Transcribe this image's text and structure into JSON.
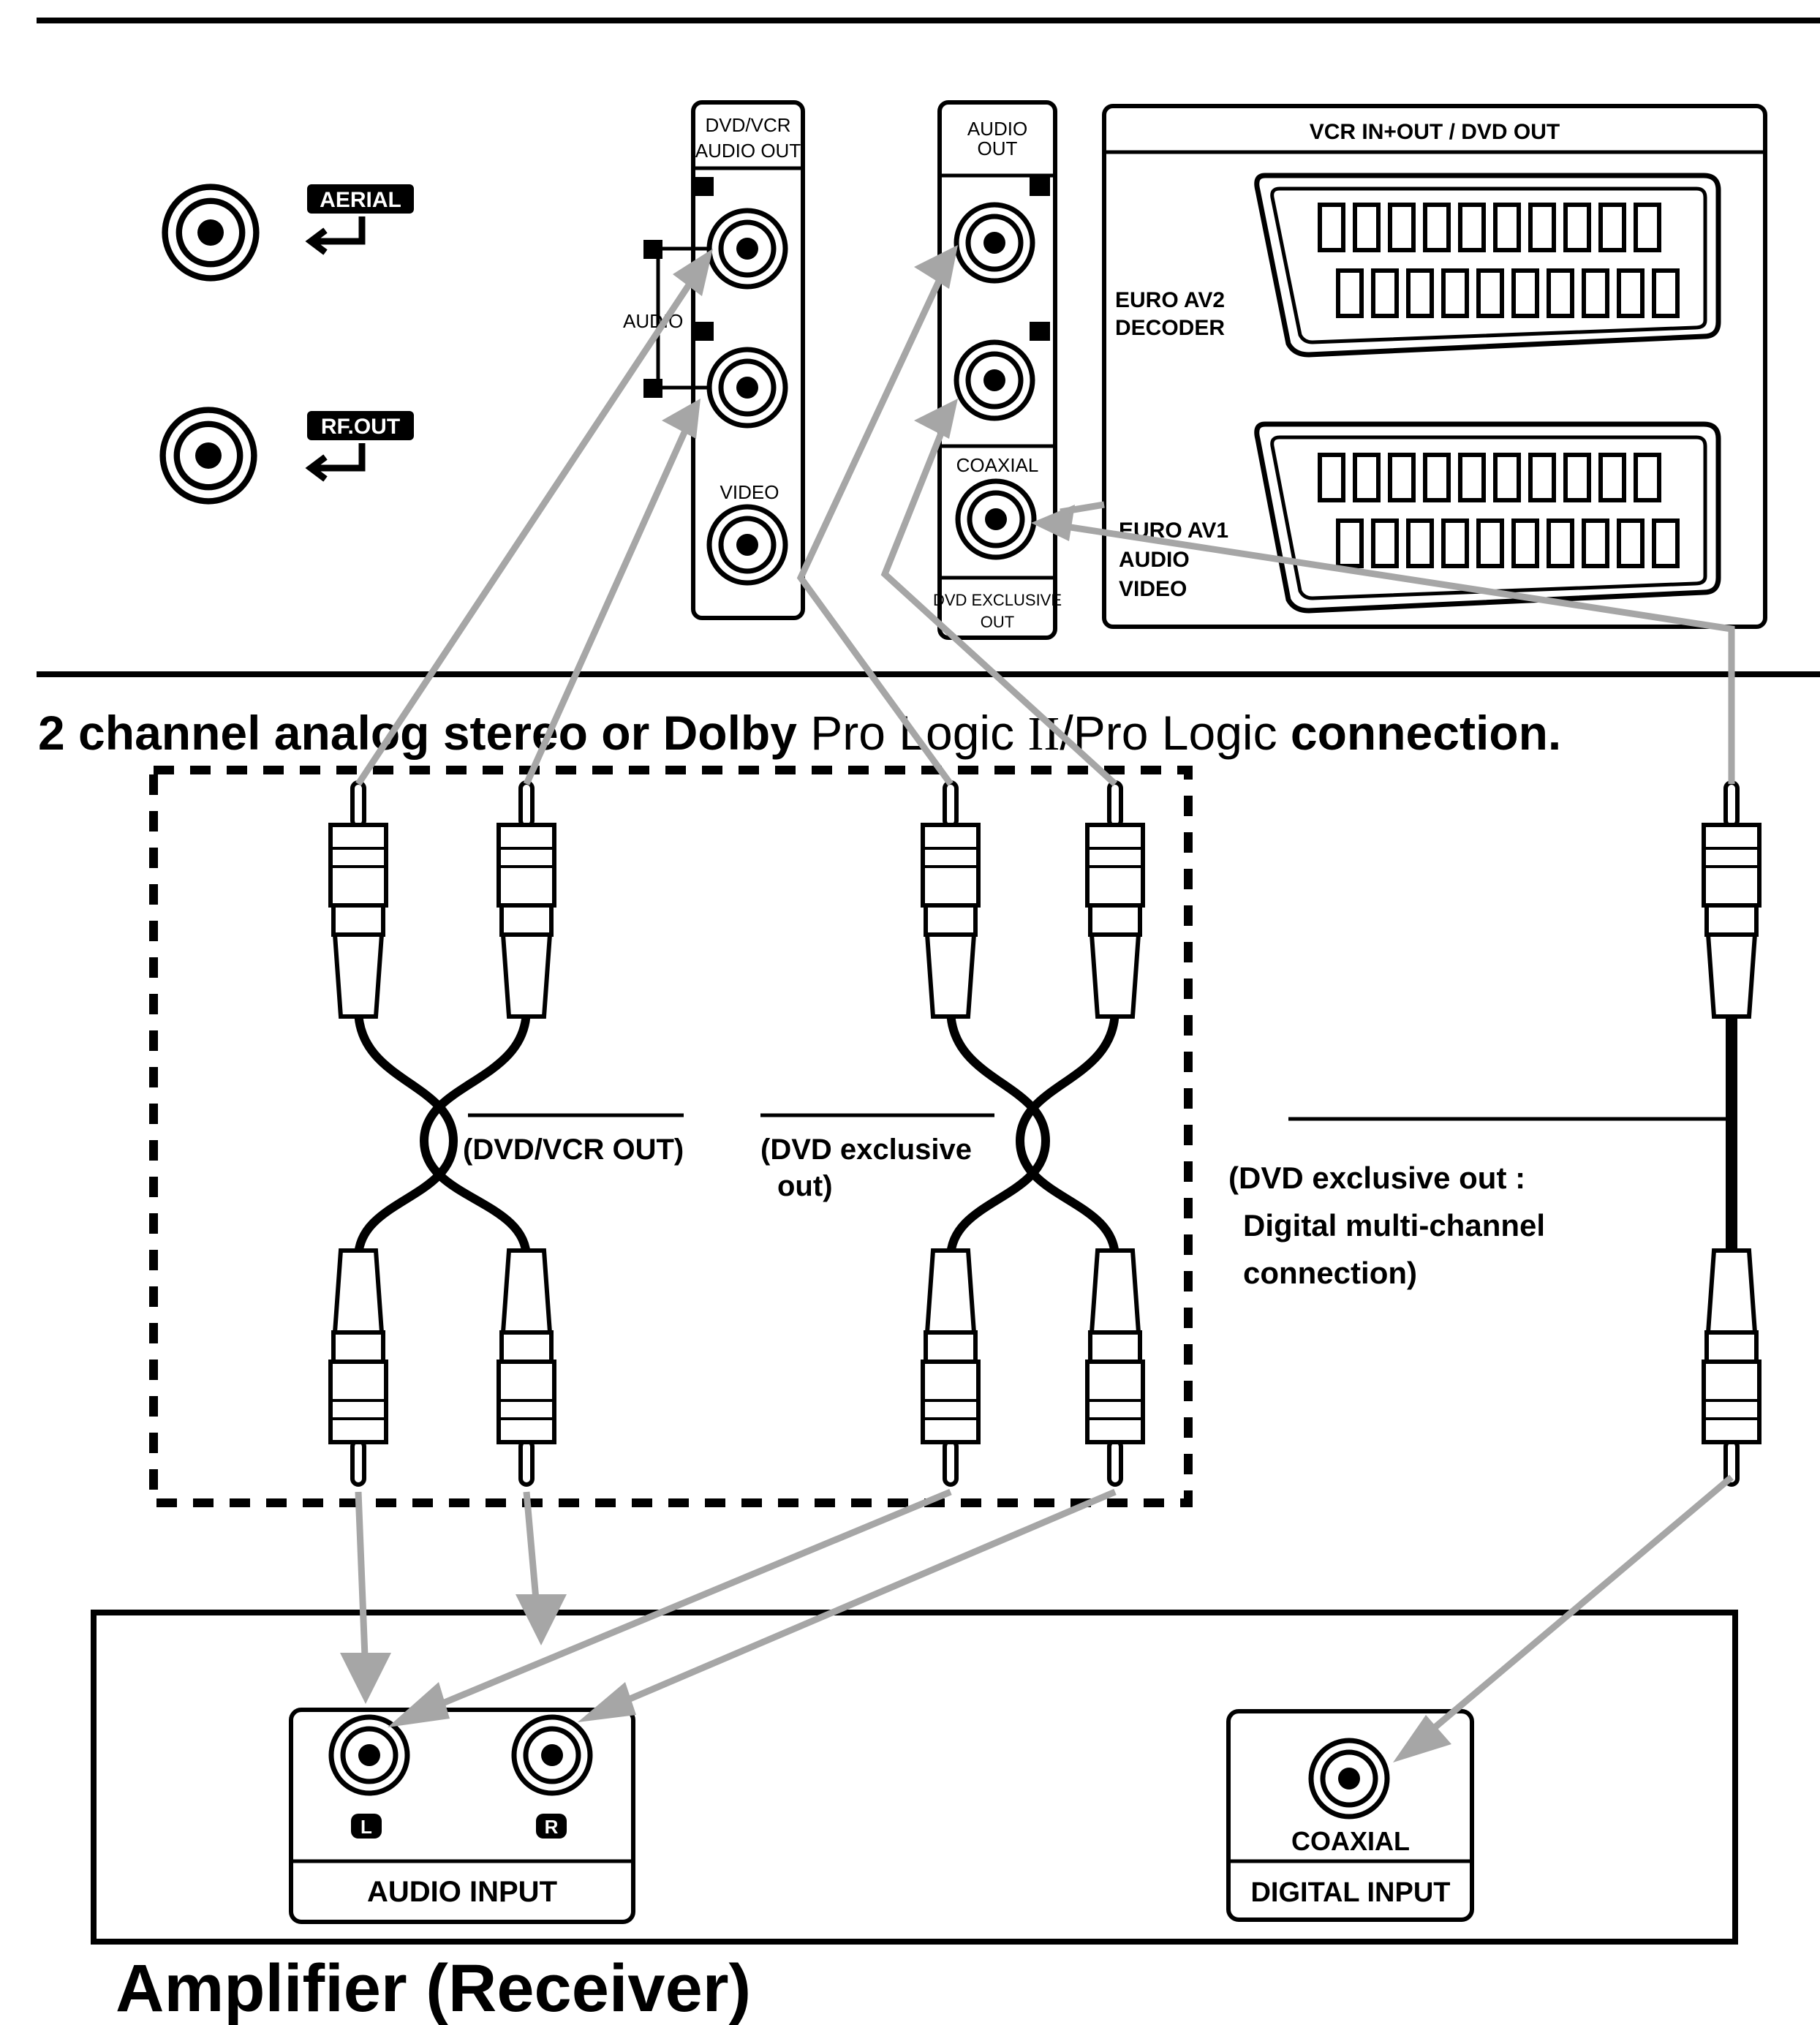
{
  "top_panel": {
    "aerial_label": "AERIAL",
    "rf_out_label": "RF.OUT",
    "dvd_vcr_audio_out_line1": "DVD/VCR",
    "dvd_vcr_audio_out_line2": "AUDIO OUT",
    "audio_side_label": "AUDIO",
    "video_label": "VIDEO",
    "audio_out_line1": "AUDIO",
    "audio_out_line2": "OUT",
    "coaxial_label": "COAXIAL",
    "dvd_exclusive_out_line1": "DVD EXCLUSIVE",
    "dvd_exclusive_out_line2": "OUT",
    "scart_header": "VCR IN+OUT / DVD OUT",
    "euro_av2_line1": "EURO AV2",
    "euro_av2_line2": "DECODER",
    "euro_av1_line1": "EURO AV1",
    "euro_av1_line2": "AUDIO",
    "euro_av1_line3": "VIDEO"
  },
  "heading": {
    "part1": "2 channel analog stereo or Dolby ",
    "part2": "Pro Logic ",
    "part3": "II",
    "part4": "/Pro Logic ",
    "part5": "connection."
  },
  "cables": {
    "dvd_vcr_out_label": "(DVD/VCR OUT)",
    "dvd_exclusive_line1": "(DVD exclusive",
    "dvd_exclusive_line2": "out)",
    "digital_line1": "(DVD exclusive out :",
    "digital_line2": "Digital multi-channel",
    "digital_line3": "connection)"
  },
  "amplifier": {
    "left_label": "L",
    "right_label": "R",
    "audio_input_label": "AUDIO INPUT",
    "coaxial_label": "COAXIAL",
    "digital_input_label": "DIGITAL INPUT",
    "title": "Amplifier (Receiver)"
  },
  "colors": {
    "line": "#000000",
    "arrow": "#a6a6a6",
    "background": "#ffffff"
  }
}
